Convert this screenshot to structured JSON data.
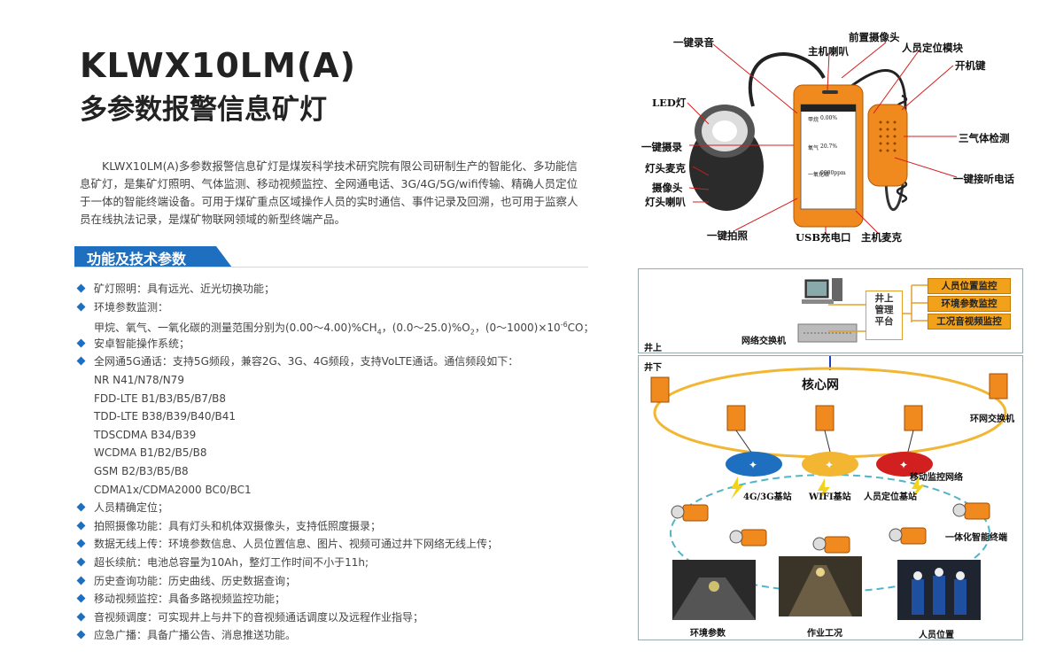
{
  "title": {
    "en": "KLWX10LM(A)",
    "zh": "多参数报警信息矿灯"
  },
  "intro": "KLWX10LM(A)多参数报警信息矿灯是煤炭科学技术研究院有限公司研制生产的智能化、多功能信息矿灯，是集矿灯照明、气体监测、移动视频监控、全网通电话、3G/4G/5G/wifi传输、精确人员定位于一体的智能终端设备。可用于煤矿重点区域操作人员的实时通信、事件记录及回溯，也可用于监察人员在线执法记录，是煤矿物联网领域的新型终端产品。",
  "section_title": "功能及技术参数",
  "features": [
    {
      "text": "矿灯照明：具有远光、近光切换功能；",
      "bullet": true
    },
    {
      "text": "环境参数监测：",
      "bullet": true
    },
    {
      "text": "甲烷、氧气、一氧化碳的测量范围分别为(0.00～4.00)%CH",
      "sub1": "4",
      "text2": "，(0.0～25.0)%O",
      "sub2": "2",
      "text3": "，(0～1000)×10",
      "sup": "-6",
      "text4": "CO；",
      "bullet": false,
      "formula": true
    },
    {
      "text": "安卓智能操作系统；",
      "bullet": true
    },
    {
      "text": "全网通5G通话：支持5G频段，兼容2G、3G、4G频段，支持VoLTE通话。通信频段如下：",
      "bullet": true
    },
    {
      "text": "NR N41/N78/N79",
      "bullet": false
    },
    {
      "text": "FDD-LTE B1/B3/B5/B7/B8",
      "bullet": false
    },
    {
      "text": "TDD-LTE B38/B39/B40/B41",
      "bullet": false
    },
    {
      "text": "TDSCDMA B34/B39",
      "bullet": false
    },
    {
      "text": "WCDMA B1/B2/B5/B8",
      "bullet": false
    },
    {
      "text": "GSM B2/B3/B5/B8",
      "bullet": false
    },
    {
      "text": "CDMA1x/CDMA2000 BC0/BC1",
      "bullet": false
    },
    {
      "text": "人员精确定位；",
      "bullet": true
    },
    {
      "text": "拍照摄像功能：具有灯头和机体双摄像头，支持低照度摄录；",
      "bullet": true
    },
    {
      "text": "数据无线上传：环境参数信息、人员位置信息、图片、视频可通过井下网络无线上传；",
      "bullet": true
    },
    {
      "text": "超长续航：电池总容量为10Ah，整灯工作时间不小于11h;",
      "bullet": true
    },
    {
      "text": "历史查询功能：历史曲线、历史数据查询；",
      "bullet": true
    },
    {
      "text": "移动视频监控：具备多路视频监控功能；",
      "bullet": true
    },
    {
      "text": "音视频调度：可实现井上与井下的音视频通话调度以及远程作业指导；",
      "bullet": true
    },
    {
      "text": "应急广播：具备广播公告、消息推送功能。",
      "bullet": true
    }
  ],
  "device_labels": {
    "one_key_record_audio": "一键录音",
    "main_speaker": "主机喇叭",
    "front_camera": "前置摄像头",
    "positioning_module": "人员定位模块",
    "power_key": "开机键",
    "led_light": "LED灯",
    "one_key_record": "一键摄录",
    "lamp_mic": "灯头麦克",
    "camera": "摄像头",
    "lamp_speaker": "灯头喇叭",
    "three_gas": "三气体检测",
    "one_key_answer": "一键接听电话",
    "one_key_photo": "一键拍照",
    "usb_charge": "USB充电口",
    "main_mic": "主机麦克",
    "screen_methane": "甲烷",
    "screen_methane_val": "0.00%",
    "screen_oxygen": "氧气",
    "screen_oxygen_val": "20.7%",
    "screen_co": "一氧化碳",
    "screen_co_val": "0000ppm"
  },
  "network": {
    "above_ground": "井上",
    "below_ground": "井下",
    "platform": "井上管理平台",
    "platform_lines": [
      "井上",
      "管理",
      "平台"
    ],
    "monitor_items": [
      "人员位置监控",
      "环境参数监控",
      "工况音视频监控"
    ],
    "switch": "网络交换机",
    "core": "核心网",
    "ring_switch": "环网交换机",
    "base_stations": [
      "4G/3G基站",
      "WIFI基站",
      "人员定位基站"
    ],
    "mobile_net": "移动监控网络",
    "terminal": "一体化智能终端",
    "photos": [
      "环境参数",
      "作业工况",
      "人员位置"
    ]
  },
  "colors": {
    "accent_blue": "#1e6fbf",
    "orange": "#f2a21a",
    "ring": "#f2b632",
    "red_line": "#d21f1f"
  }
}
